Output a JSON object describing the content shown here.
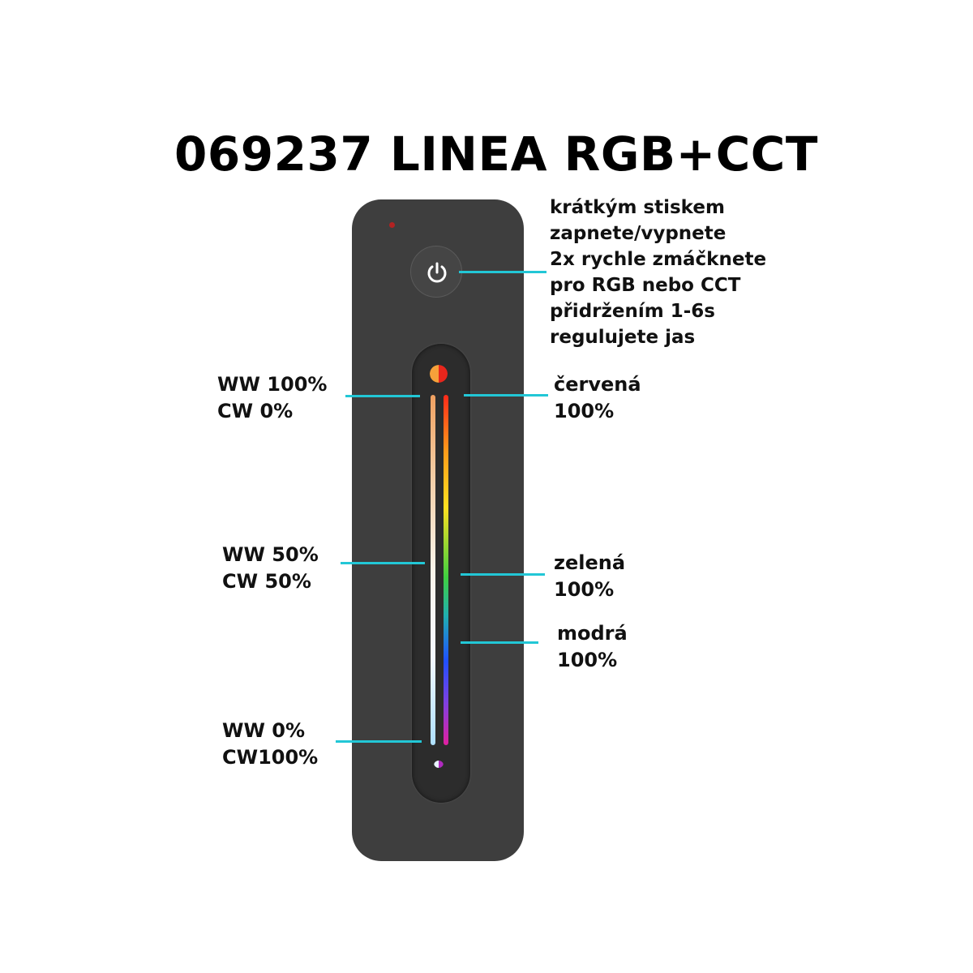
{
  "title": "069237 LINEA RGB+CCT",
  "power_description": [
    "krátkým stiskem",
    "zapnete/vypnete",
    "2x rychle zmáčknete",
    "pro RGB nebo CCT",
    "přidržením 1-6s",
    "regulujete jas"
  ],
  "labels_left": {
    "top": [
      "WW 100%",
      "CW 0%"
    ],
    "middle": [
      "WW 50%",
      "CW 50%"
    ],
    "bottom": [
      "WW 0%",
      "CW100%"
    ]
  },
  "labels_right": {
    "red": [
      "červená",
      "100%"
    ],
    "green": [
      "zelená",
      "100%"
    ],
    "blue": [
      "modrá",
      "100%"
    ]
  },
  "colors": {
    "remote_body": "#3e3e3e",
    "leader_line": "#22c7d6",
    "led": "#b22222"
  },
  "icons": [
    "power-icon",
    "warm-rgb-indicator-icon",
    "cool-indicator-icon",
    "status-led"
  ]
}
